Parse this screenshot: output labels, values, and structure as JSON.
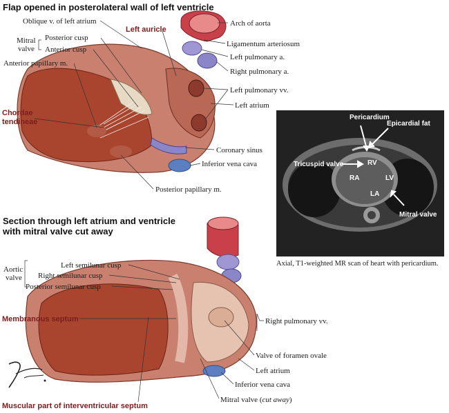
{
  "figure1": {
    "title": "Flap opened in posterolateral wall of left ventricle",
    "labels": {
      "oblique_vein": "Oblique v. of left atrium",
      "mitral_valve_line1": "Mitral",
      "mitral_valve_line2": "valve",
      "posterior_cusp": "Posterior cusp",
      "anterior_cusp": "Anterior cusp",
      "anterior_papillary": "Anterior papillary m.",
      "chordae_line1": "Chordae",
      "chordae_line2": "tendineae",
      "left_auricle": "Left auricle",
      "arch_of_aorta": "Arch of aorta",
      "ligamentum": "Ligamentum arteriosum",
      "left_pulm_a": "Left pulmonary a.",
      "right_pulm_a": "Right pulmonary a.",
      "left_pulm_vv": "Left pulmonary vv.",
      "left_atrium": "Left atrium",
      "coronary_sinus": "Coronary sinus",
      "inferior_vena_cava": "Inferior vena cava",
      "posterior_papillary": "Posterior papillary m."
    }
  },
  "figure2": {
    "title_line1": "Section through left atrium and ventricle",
    "title_line2": "with mitral valve cut away",
    "labels": {
      "aortic_valve_line1": "Aortic",
      "aortic_valve_line2": "valve",
      "left_semilunar": "Left semilunar cusp",
      "right_semilunar": "Right semilunar cusp",
      "posterior_semilunar": "Posterior semilunar cusp",
      "membranous_septum": "Membranous septum",
      "right_pulm_vv": "Right pulmonary vv.",
      "valve_foramen_ovale": "Valve of foramen ovale",
      "left_atrium": "Left atrium",
      "inferior_vena_cava": "Inferior vena cava",
      "mitral_valve": "Mitral valve (",
      "cut_away": "cut away",
      "mitral_close": ")",
      "muscular_septum": "Muscular part of interventricular septum"
    }
  },
  "mri": {
    "labels": {
      "pericardium": "Pericardium",
      "epicardial_fat": "Epicardial fat",
      "tricuspid_valve": "Tricuspid valve",
      "rv": "RV",
      "ra": "RA",
      "lv": "LV",
      "la": "LA",
      "mitral_valve": "Mitral valve"
    },
    "caption": "Axial, T1-weighted MR scan of heart with pericardium."
  },
  "signature": "F. Netter M.D.",
  "colors": {
    "label_red": "#7a1e1e",
    "muscle": "#c9806e",
    "vein_blue": "#8a86c8",
    "aorta_red": "#c8414a",
    "mri_bg": "#222222"
  }
}
